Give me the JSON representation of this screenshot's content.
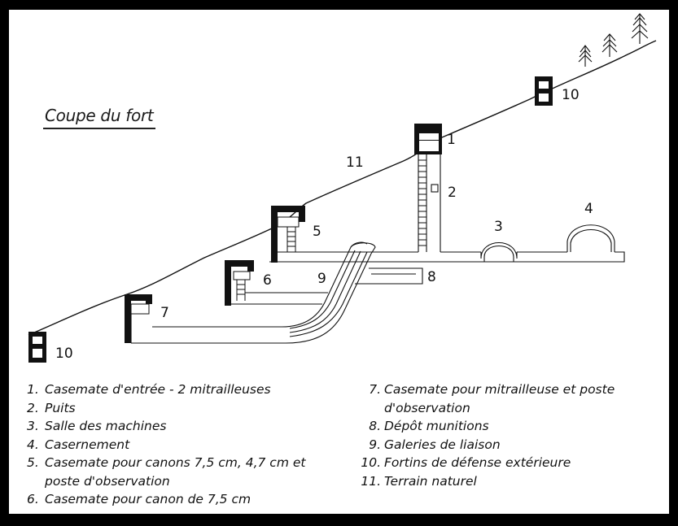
{
  "title": "Coupe du fort",
  "labels": {
    "l1": "1",
    "l2": "2",
    "l3": "3",
    "l4": "4",
    "l5": "5",
    "l6": "6",
    "l7": "7",
    "l8": "8",
    "l9": "9",
    "l10_top": "10",
    "l10_bottom": "10",
    "l11": "11"
  },
  "legend_left": [
    {
      "num": "1.",
      "text": "Casemate d'entrée - 2 mitrailleuses"
    },
    {
      "num": "2.",
      "text": "Puits"
    },
    {
      "num": "3.",
      "text": "Salle des machines"
    },
    {
      "num": "4.",
      "text": "Casernement"
    },
    {
      "num": "5.",
      "text": "Casemate pour canons 7,5 cm, 4,7 cm et poste d'observation"
    },
    {
      "num": "6.",
      "text": "Casemate pour canon de 7,5 cm"
    }
  ],
  "legend_right": [
    {
      "num": "7.",
      "text": "Casemate pour mitrailleuse et poste d'observation"
    },
    {
      "num": "8.",
      "text": "Dépôt munitions"
    },
    {
      "num": "9.",
      "text": "Galeries de liaison"
    },
    {
      "num": "10.",
      "text": "Fortins de défense extérieure"
    },
    {
      "num": "11.",
      "text": "Terrain naturel"
    }
  ]
}
